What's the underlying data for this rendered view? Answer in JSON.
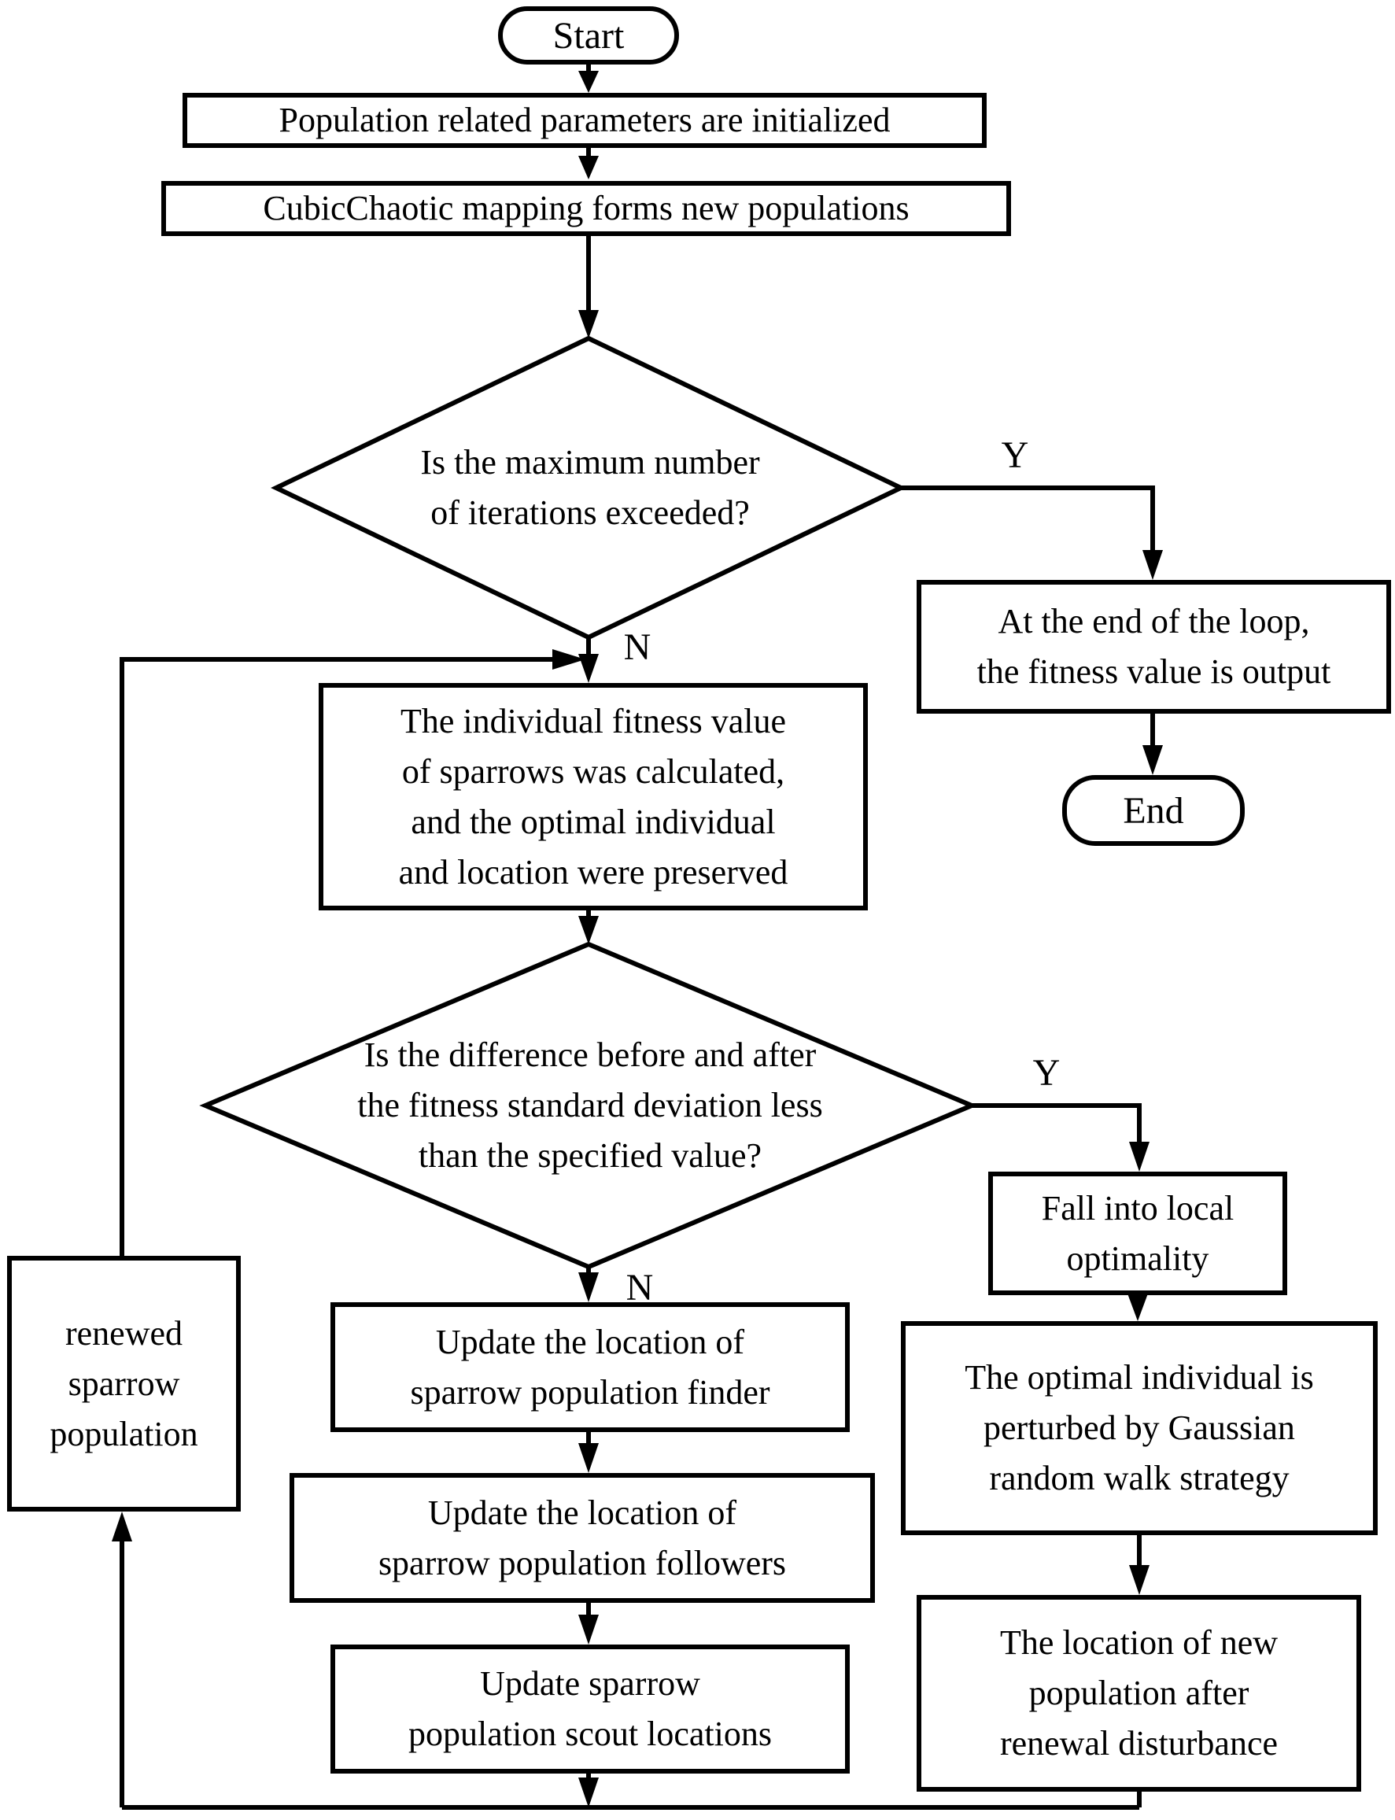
{
  "diagram": {
    "background": "#ffffff",
    "stroke_color": "#000000",
    "nodes": {
      "start": "Start",
      "init": "Population related parameters are initialized",
      "cubic": "CubicChaotic mapping forms new populations",
      "decision_iterations": "Is the maximum number\nof iterations exceeded?",
      "output": "At the end of the loop,\nthe fitness value is output",
      "end": "End",
      "fitness": "The individual fitness value\nof sparrows was calculated,\nand the optimal individual\nand location were preserved",
      "decision_stddev": "Is the difference before and after\nthe fitness standard deviation less\nthan the specified value?",
      "renewed": "renewed\nsparrow\npopulation",
      "finder": "Update the location of\nsparrow population finder",
      "followers": "Update the location of\nsparrow population followers",
      "scout": "Update sparrow\npopulation scout locations",
      "fall_local": "Fall into local\noptimality",
      "gaussian": "The optimal individual is\nperturbed by Gaussian\nrandom walk strategy",
      "new_location": "The location of new\npopulation after\nrenewal disturbance"
    },
    "edge_labels": {
      "iterations_yes": "Y",
      "iterations_no": "N",
      "stddev_yes": "Y",
      "stddev_no": "N"
    }
  }
}
